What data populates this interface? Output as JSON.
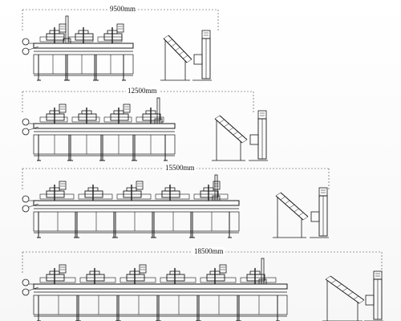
{
  "title": "",
  "colors": {
    "line": "#1a1a1a",
    "dash": "#444444",
    "fill": "#ffffff"
  },
  "layouts": [
    {
      "length_label": "9500mm",
      "stations": 3
    },
    {
      "length_label": "12500mm",
      "stations": 4
    },
    {
      "length_label": "15500mm",
      "stations": 5
    },
    {
      "length_label": "18500mm",
      "stations": 6
    }
  ]
}
